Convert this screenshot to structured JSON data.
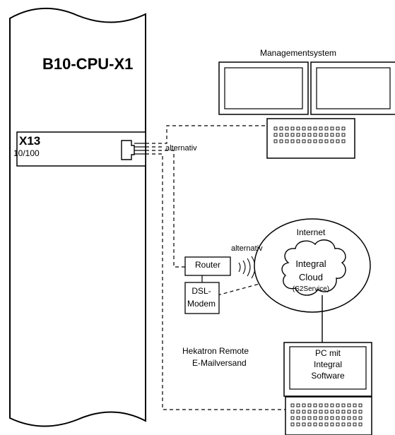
{
  "device": {
    "name": "B10-CPU-X1",
    "port": "X13",
    "port_speed": "10/100"
  },
  "management": {
    "label": "Managementsystem"
  },
  "connections": {
    "alt_label_1": "alternativ",
    "alt_label_2": "alternativ"
  },
  "router": {
    "label": "Router"
  },
  "dsl": {
    "line1": "DSL-",
    "line2": "Modem"
  },
  "internet": {
    "label": "Internet",
    "cloud_line1": "Integral",
    "cloud_line2": "Cloud",
    "cloud_line3": "(S2Service)"
  },
  "remote": {
    "line1": "Hekatron Remote",
    "line2": "E-Mailversand"
  },
  "pc": {
    "line1": "PC mit",
    "line2": "Integral",
    "line3": "Software"
  }
}
